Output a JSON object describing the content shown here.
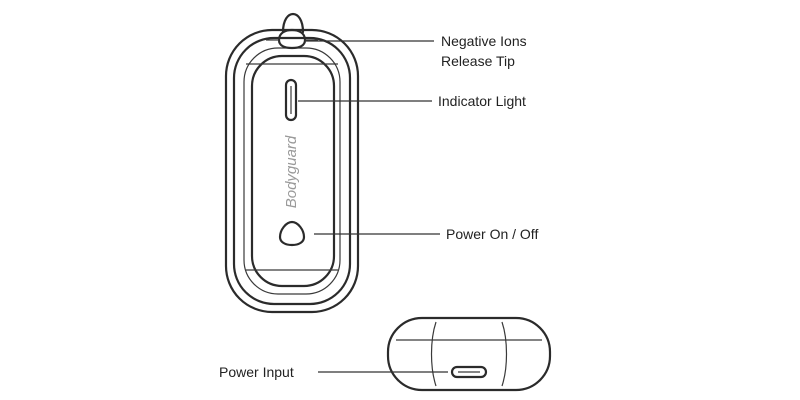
{
  "brand": {
    "text": "Bodyguard"
  },
  "labels": {
    "negative_ions_line1": "Negative Ions",
    "negative_ions_line2": "Release Tip",
    "indicator_light": "Indicator Light",
    "power_on_off": "Power On / Off",
    "power_input": "Power Input"
  },
  "colors": {
    "stroke": "#2b2b2b",
    "text": "#222222",
    "brand_text": "#9a9a9a",
    "background": "#ffffff"
  }
}
